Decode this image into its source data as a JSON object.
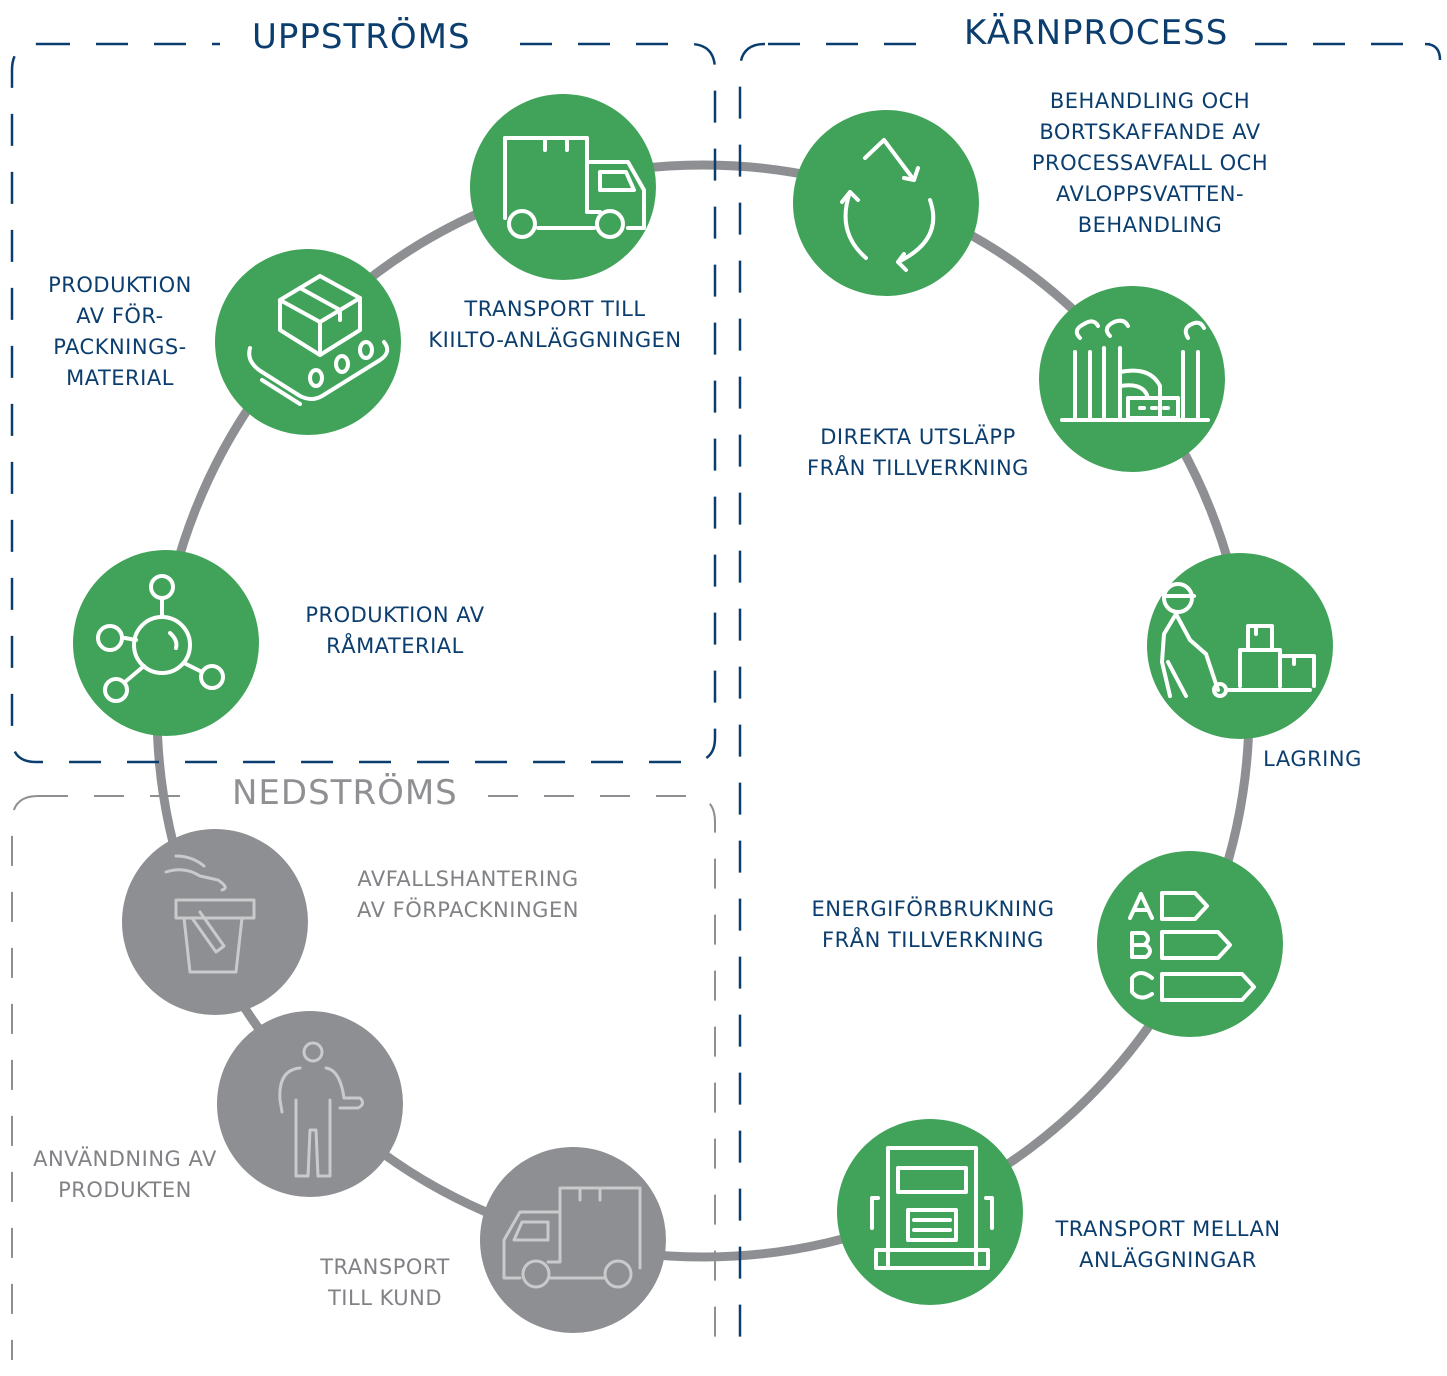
{
  "sections": {
    "upstream": "UPPSTRÖMS",
    "core": "KÄRNPROCESS",
    "downstream": "NEDSTRÖMS"
  },
  "steps": [
    {
      "label": "PRODUKTION AV\nRÅMATERIAL",
      "icon": "molecule-icon",
      "color": "#41a35a"
    },
    {
      "label": "PRODUKTION\nAV FÖR-\nPACKNINGS-\nMATERIAL",
      "icon": "conveyor-box-icon",
      "color": "#41a35a"
    },
    {
      "label": "TRANSPORT TILL\nKIILTO-ANLÄGGNINGEN",
      "icon": "delivery-truck-icon",
      "color": "#41a35a"
    },
    {
      "label": "BEHANDLING OCH\nBORTSKAFFANDE AV\nPROCESSAVFALL OCH\nAVLOPPSVATTEN-\nBEHANDLING",
      "icon": "recycle-drop-icon",
      "color": "#41a35a"
    },
    {
      "label": "DIREKTA UTSLÄPP\nFRÅN TILLVERKNING",
      "icon": "factory-icon",
      "color": "#41a35a"
    },
    {
      "label": "LAGRING",
      "icon": "warehouse-worker-icon",
      "color": "#41a35a"
    },
    {
      "label": "ENERGIFÖRBRUKNING\nFRÅN TILLVERKNING",
      "icon": "energy-rating-icon",
      "color": "#41a35a"
    },
    {
      "label": "TRANSPORT MELLAN\nANLÄGGNINGAR",
      "icon": "semi-truck-icon",
      "color": "#41a35a"
    },
    {
      "label": "TRANSPORT\nTILL KUND",
      "icon": "delivery-truck-icon",
      "color": "#8e8f92"
    },
    {
      "label": "ANVÄNDNING AV\nPRODUKTEN",
      "icon": "person-icon",
      "color": "#8e8f92"
    },
    {
      "label": "AVFALLSHANTERING\nAV FÖRPACKNINGEN",
      "icon": "waste-bin-icon",
      "color": "#8e8f92"
    }
  ],
  "colors": {
    "upstream_core": "#0b3e6e",
    "downstream": "#8e8f92",
    "ring": "#8e8f92",
    "green": "#41a35a",
    "grey": "#8e8f92"
  }
}
